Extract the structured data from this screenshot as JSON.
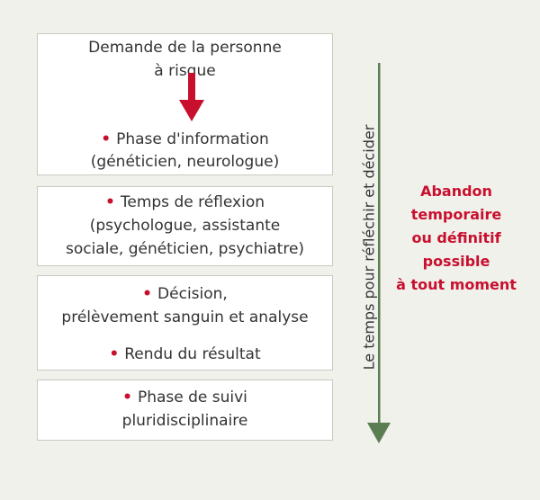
{
  "box1": {
    "line1": "Demande de la personne",
    "line2": "à risque",
    "item_line1": "Phase d'information",
    "item_line2": "(généticien, neurologue)"
  },
  "box2": {
    "line1": "Temps de réflexion",
    "line2": "(psychologue, assistante",
    "line3": "sociale, généticien, psychiatre)"
  },
  "box3": {
    "line1": "Décision,",
    "line2": "prélèvement sanguin et analyse",
    "line3": "Rendu du résultat"
  },
  "box4": {
    "line1": "Phase de suivi",
    "line2": "pluridisciplinaire"
  },
  "side_label": "Le temps pour réfléchir et décider",
  "abandon": [
    "Abandon",
    "temporaire",
    "ou définitif",
    "possible",
    "à tout moment"
  ],
  "colors": {
    "accent": "#c8102e",
    "arrow": "#5b7d52",
    "border": "#c9c9c2",
    "background": "#f1f1ec"
  },
  "bullet": "•"
}
